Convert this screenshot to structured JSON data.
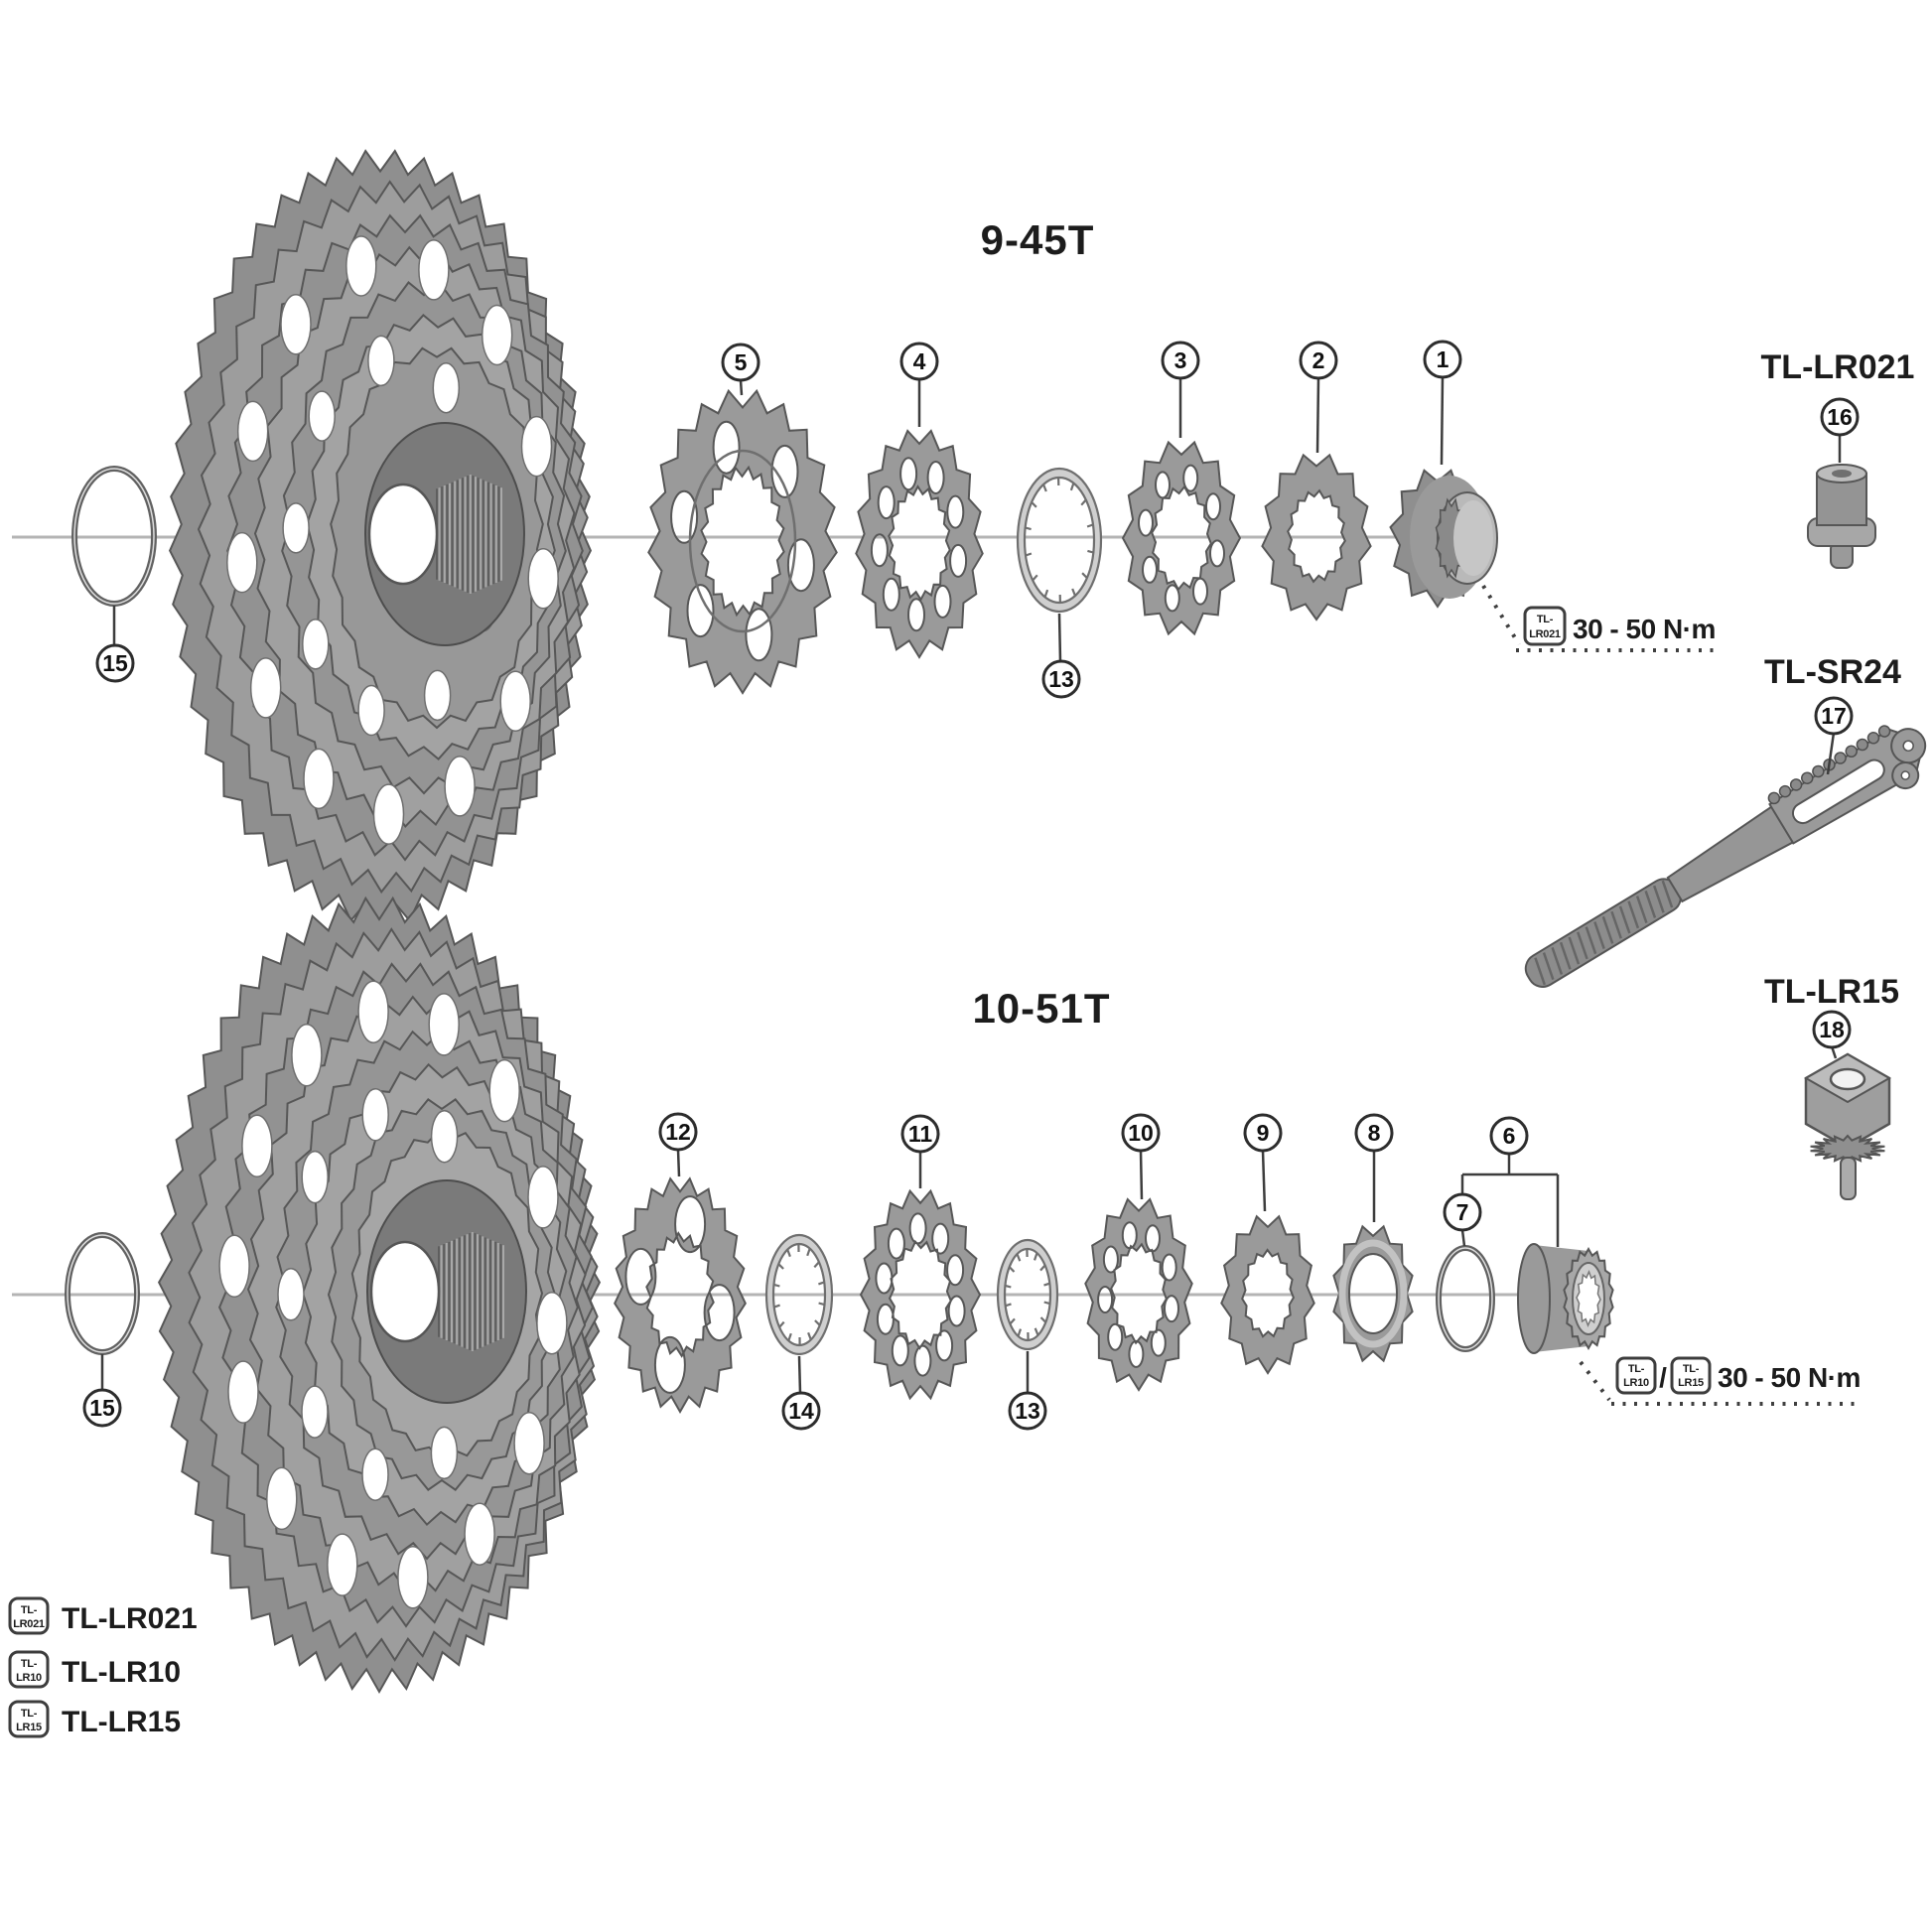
{
  "titles": {
    "top_cassette": "9-45T",
    "bottom_cassette": "10-51T"
  },
  "tool_labels": {
    "lr021": "TL-LR021",
    "sr24": "TL-SR24",
    "lr15": "TL-LR15"
  },
  "callouts": {
    "1": "1",
    "2": "2",
    "3": "3",
    "4": "4",
    "5": "5",
    "6": "6",
    "7": "7",
    "8": "8",
    "9": "9",
    "10": "10",
    "11": "11",
    "12": "12",
    "13": "13",
    "14": "14",
    "15": "15",
    "16": "16",
    "17": "17",
    "18": "18"
  },
  "torque_top": {
    "tag_line1": "TL-",
    "tag_line2": "LR021",
    "value": "30 - 50 N·m"
  },
  "torque_bottom": {
    "tag1_line1": "TL-",
    "tag1_line2": "LR10",
    "separator": "/",
    "tag2_line1": "TL-",
    "tag2_line2": "LR15",
    "value": "30 - 50 N·m"
  },
  "legend": {
    "items": [
      {
        "tag_line1": "TL-",
        "tag_line2": "LR021",
        "label": "TL-LR021"
      },
      {
        "tag_line1": "TL-",
        "tag_line2": "LR10",
        "label": "TL-LR10"
      },
      {
        "tag_line1": "TL-",
        "tag_line2": "LR15",
        "label": "TL-LR15"
      }
    ]
  }
}
